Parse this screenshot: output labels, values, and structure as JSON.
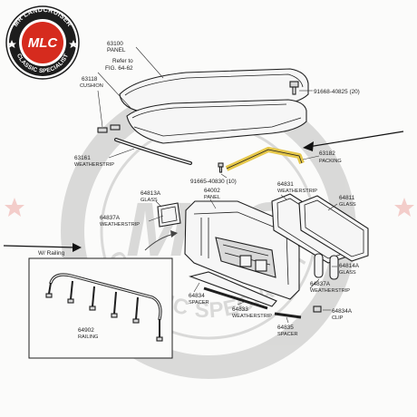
{
  "logo": {
    "top_text": "MR LANDCRUISER",
    "center_text": "MLC",
    "bottom_text": "CLASSIC SPECIALIST",
    "ring_color": "#1d1d1d",
    "red": "#d62b1e"
  },
  "watermark": {
    "top_text": "MR LANDCRUISER",
    "center_text": "MLC",
    "bottom_text": "CLASSIC SPECIALIST"
  },
  "highlight_color": "#e5c74a",
  "labels": {
    "l63100": "63100",
    "l63100b": "PANEL",
    "refer1": "Refer to",
    "refer2": "FIG. 64-62",
    "l63118": "63118",
    "l63118b": "CUSHION",
    "bolt1": "91668-40825 (20)",
    "l63182": "63182",
    "l63182b": "PACKING",
    "l63161": "63161",
    "l63161b": "WEATHERSTRIP",
    "bolt2": "91665-40830 (10)",
    "l64831": "64831",
    "l64831b": "WEATHERSTRIP",
    "l64811": "64811",
    "l64811b": "GLASS",
    "l64813A": "64813A",
    "l64813Ab": "GLASS",
    "l64002": "64002",
    "l64002b": "PANEL",
    "l64837A1": "64837A",
    "l64837A1b": "WEATHERSTRIP",
    "wrailing": "W/ Railing",
    "l64814A": "64814A",
    "l64814Ab": "GLASS",
    "l64837A2": "64837A",
    "l64837A2b": "WEATHERSTRIP",
    "l64834": "64834",
    "l64834b": "SPACER",
    "l64833": "64833",
    "l64833b": "WEATHERSTRIP",
    "l64834A": "64834A",
    "l64834Ab": "CLIP",
    "l64902": "64902",
    "l64902b": "RAILING",
    "l64835": "64835",
    "l64835b": "SPACER"
  }
}
